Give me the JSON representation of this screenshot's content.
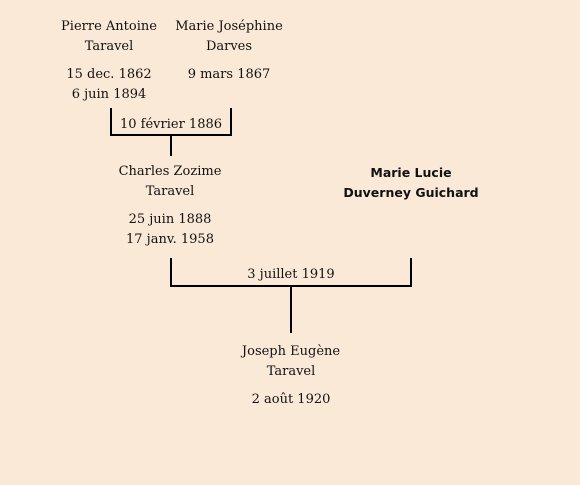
{
  "persons": {
    "father": {
      "first": "Pierre Antoine",
      "last": "Taravel",
      "birth": "15 dec. 1862",
      "death": "6 juin 1894"
    },
    "mother": {
      "first": "Marie Joséphine",
      "last": "Darves",
      "birth": "9 mars 1867"
    },
    "son": {
      "first": "Charles Zozime",
      "last": "Taravel",
      "birth": "25 juin 1888",
      "death": "17 janv. 1958"
    },
    "spouse": {
      "first": "Marie Lucie",
      "last": "Duverney Guichard"
    },
    "grandson": {
      "first": "Joseph Eugène",
      "last": "Taravel",
      "birth": "2 août 1920"
    }
  },
  "marriages": {
    "first": "10 février 1886",
    "second": "3 juillet 1919"
  }
}
